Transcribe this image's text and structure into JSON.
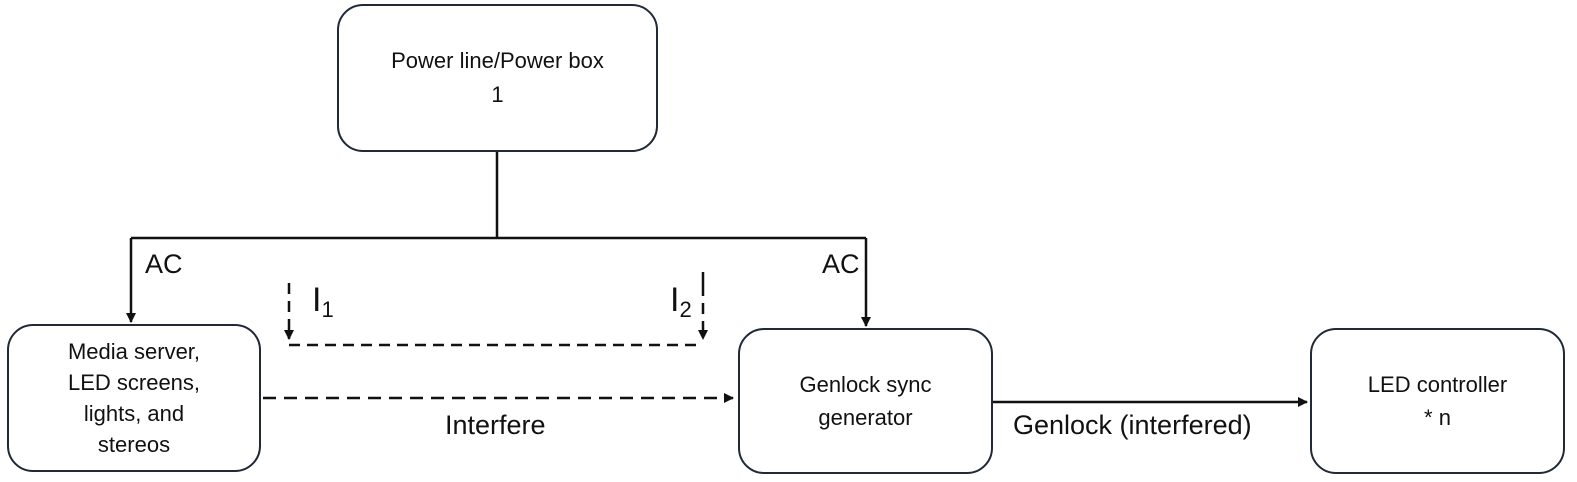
{
  "nodes": {
    "power_box": {
      "line1": "Power line/Power box",
      "line2": "1"
    },
    "media_server": {
      "line1": "Media server,",
      "line2": "LED screens,",
      "line3": "lights, and",
      "line4": "stereos"
    },
    "genlock_sync": {
      "line1": "Genlock sync",
      "line2": "generator"
    },
    "led_controller": {
      "line1": "LED controller",
      "line2": "* n"
    }
  },
  "edges": {
    "ac_left": "AC",
    "ac_right": "AC",
    "interfere": "Interfere",
    "genlock_out": "Genlock (interfered)"
  },
  "currents": {
    "i1_symbol": "I",
    "i1_index": "1",
    "i2_symbol": "I",
    "i2_index": "2"
  },
  "colors": {
    "box_border": "#1f2a36",
    "line": "#111111",
    "text": "#111111",
    "background": "#ffffff"
  }
}
